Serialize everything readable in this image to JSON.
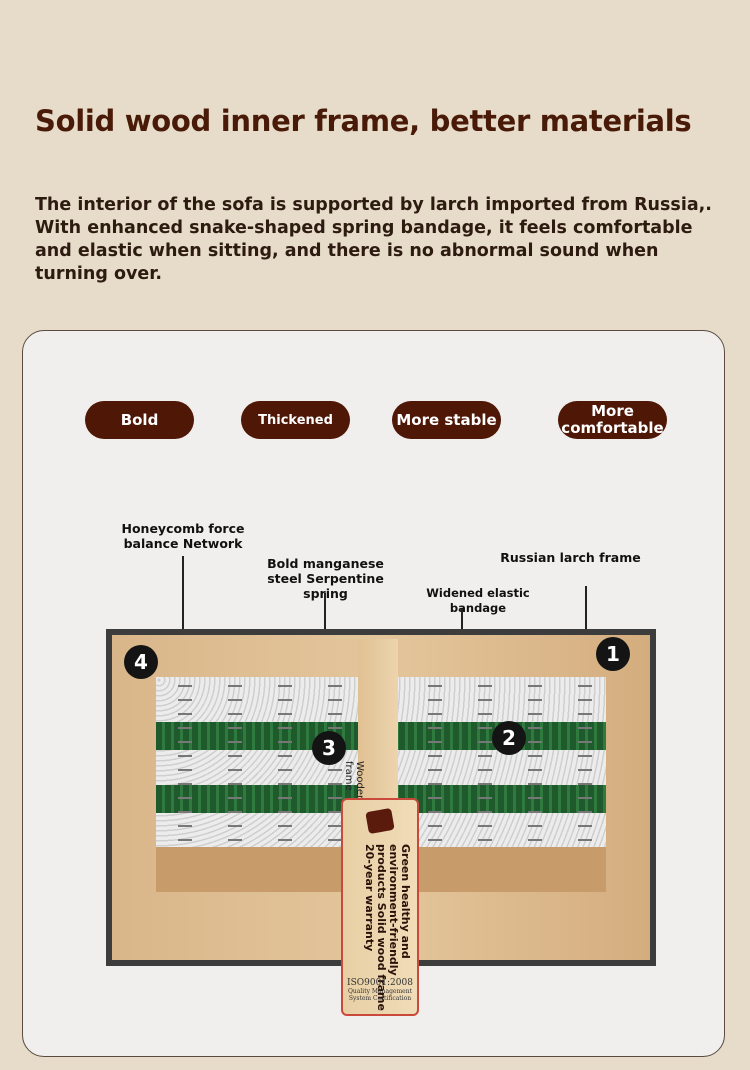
{
  "header": {
    "title": "Solid wood inner frame, better materials",
    "description": "The interior of the sofa is supported by larch imported from Russia,. With enhanced snake-shaped spring bandage, it feels comfortable and elastic when sitting, and there is no abnormal sound when turning over."
  },
  "features": [
    "Bold",
    "Thickened",
    "More stable",
    "More comfortable"
  ],
  "callouts": {
    "network": "Honeycomb force balance Network",
    "spring": "Bold manganese steel Serpentine spring",
    "bandage": "Widened elastic bandage",
    "larch": "Russian larch frame"
  },
  "markers": [
    "1",
    "2",
    "3",
    "4"
  ],
  "tag": {
    "small": "Wooden frame",
    "text": "Green healthy and environment-friendly products Solid wood frame 20-year warranty",
    "iso": "ISO9001:2008",
    "iso_sub": "Quality Management System Certification"
  }
}
